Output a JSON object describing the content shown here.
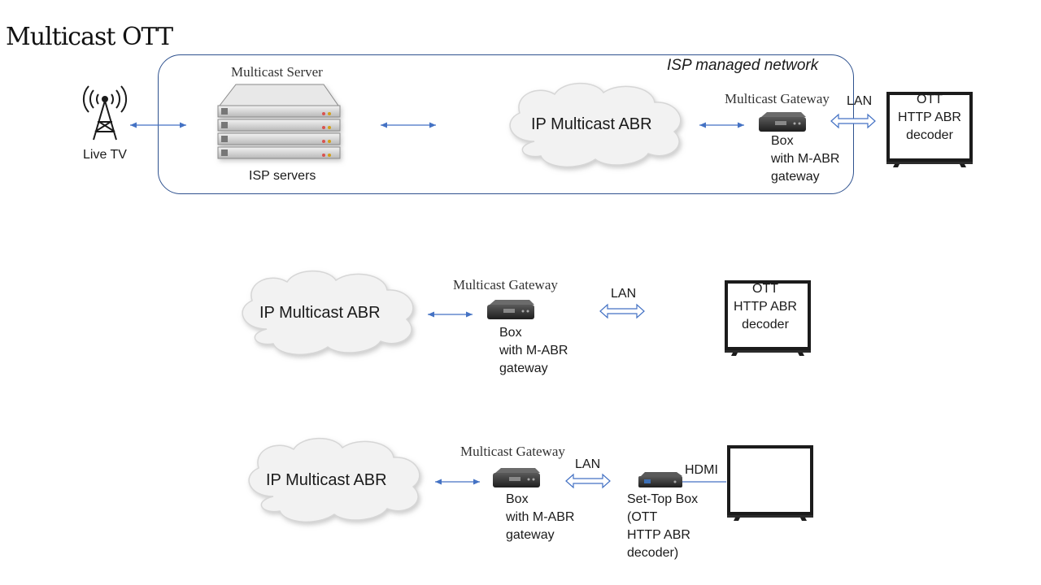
{
  "title": "Multicast OTT",
  "network_label": "ISP managed network",
  "row1": {
    "live_tv": "Live TV",
    "server_caption": "Multicast Server",
    "server_label": "ISP servers",
    "cloud": "IP Multicast ABR",
    "gateway_caption": "Multicast Gateway",
    "box_label": "Box\nwith M-ABR\ngateway",
    "link_label": "LAN",
    "tv_label": "OTT\nHTTP ABR\ndecoder"
  },
  "row2": {
    "cloud": "IP Multicast ABR",
    "gateway_caption": "Multicast Gateway",
    "box_label": "Box\nwith M-ABR\ngateway",
    "link_label": "LAN",
    "tv_label": "OTT\nHTTP ABR\ndecoder"
  },
  "row3": {
    "cloud": "IP Multicast ABR",
    "gateway_caption": "Multicast Gateway",
    "box_label": "Box\nwith M-ABR\ngateway",
    "link_label": "LAN",
    "stb_label": "Set-Top Box\n(OTT\nHTTP ABR\n  decoder)",
    "hdmi_label": "HDMI"
  }
}
